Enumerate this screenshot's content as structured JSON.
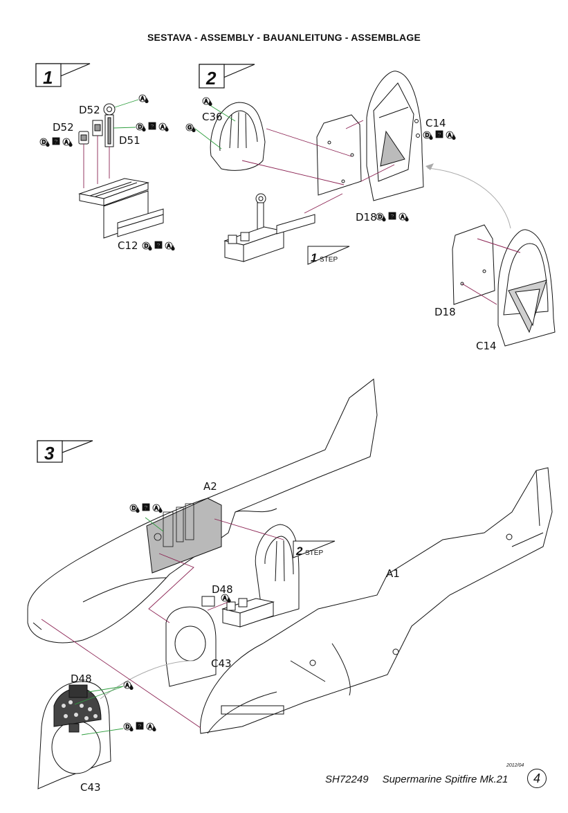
{
  "header": {
    "title": "SESTAVA -  ASSEMBLY - BAUANLEITUNG - ASSEMBLAGE"
  },
  "steps": [
    {
      "number": "1"
    },
    {
      "number": "2"
    },
    {
      "number": "3"
    }
  ],
  "substeps": [
    {
      "number": "1",
      "label": "STEP"
    },
    {
      "number": "2",
      "label": "STEP"
    }
  ],
  "parts": {
    "d52_a": "D52",
    "d52_b": "D52",
    "d51": "D51",
    "c12": "C12",
    "c36": "C36",
    "c14_a": "C14",
    "c14_b": "C14",
    "d18_a": "D18",
    "d18_b": "D18",
    "a2": "A2",
    "a1": "A1",
    "d48_a": "D48",
    "d48_b": "D48",
    "c43_a": "C43",
    "c43_b": "C43"
  },
  "paint_codes": {
    "d": "D",
    "a": "A",
    "g": "G",
    "q": "?"
  },
  "footer": {
    "kit_code": "SH72249",
    "kit_name": "Supermarine Spitfire Mk.21",
    "date": "2012/04",
    "page": "4"
  },
  "colors": {
    "ink": "#111111",
    "guide_red": "#8b2252",
    "guide_green": "#2e9e3e",
    "panel_gray": "#b9b9b9"
  }
}
